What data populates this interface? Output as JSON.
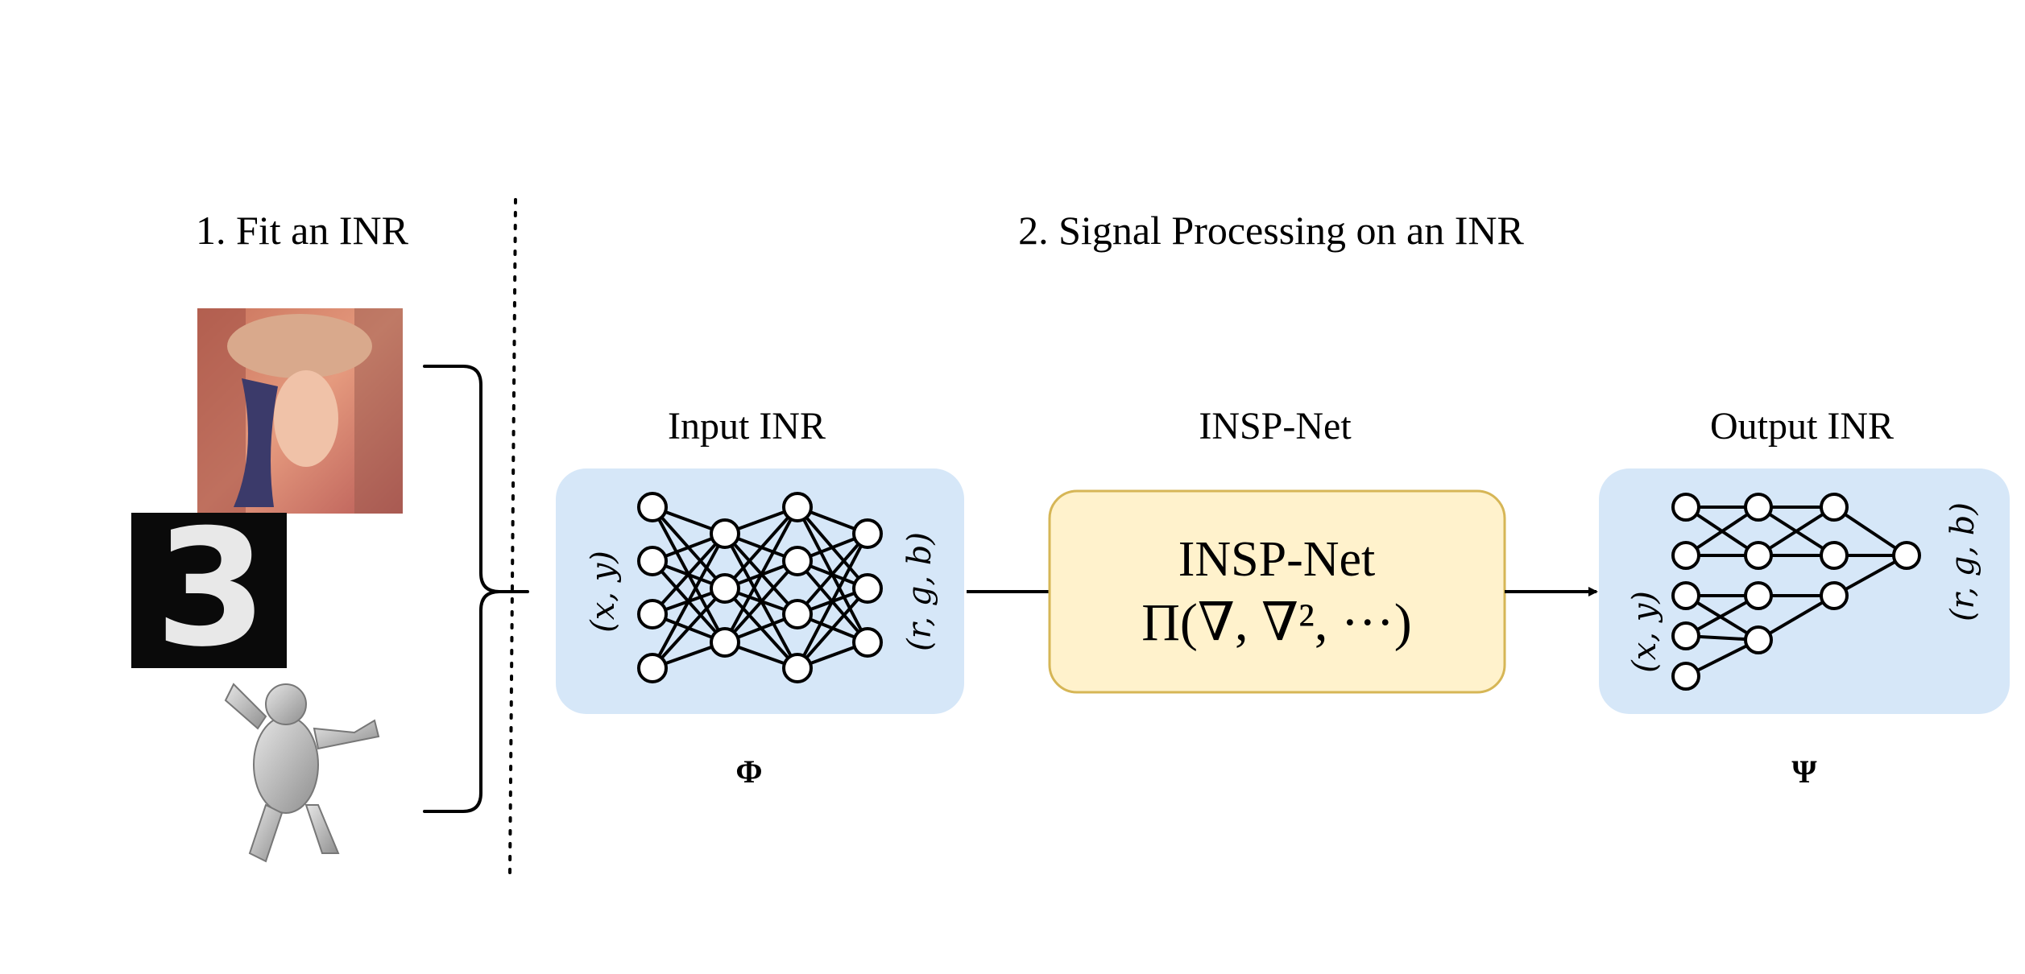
{
  "section1": {
    "title": "1. Fit an INR"
  },
  "section2": {
    "title": "2. Signal Processing on an INR"
  },
  "input_inr": {
    "label": "Input INR",
    "input_var": "(x, y)",
    "output_var": "(r, g, b)",
    "symbol": "Φ"
  },
  "insp_net": {
    "label": "INSP-Net",
    "inner_title": "INSP-Net",
    "formula": "Π(∇, ∇², ···)"
  },
  "output_inr": {
    "label": "Output INR",
    "input_var": "(x, y)",
    "output_var": "(r, g, b)",
    "symbol": "Ψ"
  },
  "mnist_digit": {
    "glyph": "3"
  },
  "colors": {
    "inr_box": "#d6e7f8",
    "insp_box": "#fff2cc",
    "insp_border": "#d6b656",
    "mnist_bg": "#0a0a0a",
    "stroke": "#000000"
  },
  "icons": {
    "photo": "portrait-photo-icon",
    "digit": "mnist-digit-icon",
    "mesh": "armadillo-mesh-icon"
  }
}
